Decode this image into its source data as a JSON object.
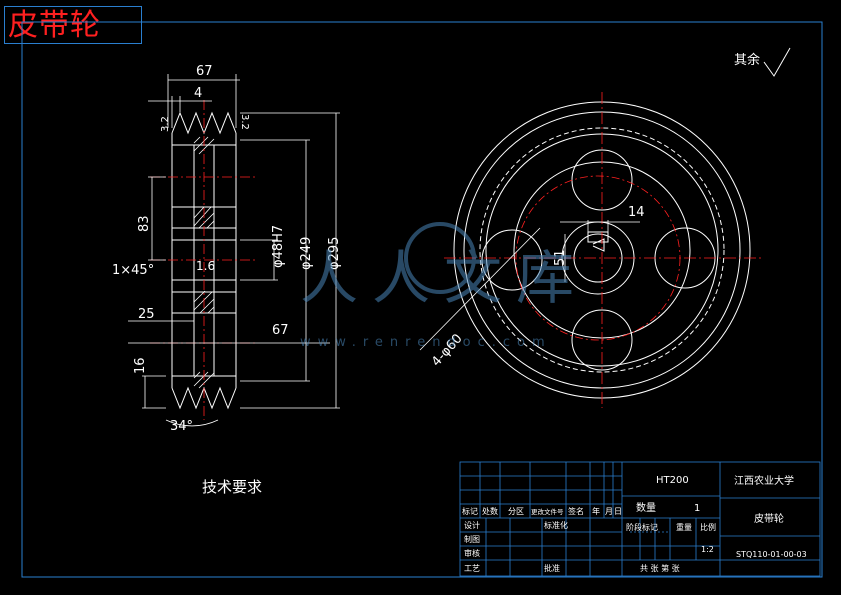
{
  "title": "皮带轮",
  "roughness_note": "其余",
  "tech_req_label": "技术要求",
  "watermark": {
    "brand": "人人文库",
    "url": "www.renrendoc.com"
  },
  "dimensions": {
    "overall_width": "67",
    "groove_offset": "4",
    "groove_depth_left": "3.2",
    "groove_depth_right": "3.2",
    "hub_height": "83",
    "chamfer": "1×45°",
    "inner_roughness": "1.6",
    "bore": "φ48H7",
    "pitch_dia": "φ249",
    "outer_dia": "φ295",
    "web_width": "25",
    "bottom_width": "67",
    "groove_pitch": "16",
    "groove_angle": "34°",
    "keyway_width": "14",
    "keyway_depth": "51",
    "hole_pattern": "4-φ60"
  },
  "colors": {
    "outline": "#ffffff",
    "center": "#ff2020",
    "dim_line": "#ffffff",
    "frame": "#2a7fd0",
    "hatch": "#ffffff"
  },
  "title_block": {
    "material": "HT200",
    "school": "江西农业大学",
    "part_name": "皮带轮",
    "drawing_no": "STQ110-01-00-03",
    "quantity_label": "数量",
    "quantity_value": "1",
    "revision_header": [
      "标记",
      "处数",
      "分区",
      "更改文件号",
      "签名",
      "年",
      "月",
      "日"
    ],
    "design": "设计",
    "standardize": "标准化",
    "drafting": "制图",
    "review": "审核",
    "process": "工艺",
    "approve": "批准",
    "stage_mark": "阶段标记",
    "weight": "重量",
    "scale_label": "比例",
    "scale_value": "1:2",
    "sheets": "共   张 第   张"
  }
}
